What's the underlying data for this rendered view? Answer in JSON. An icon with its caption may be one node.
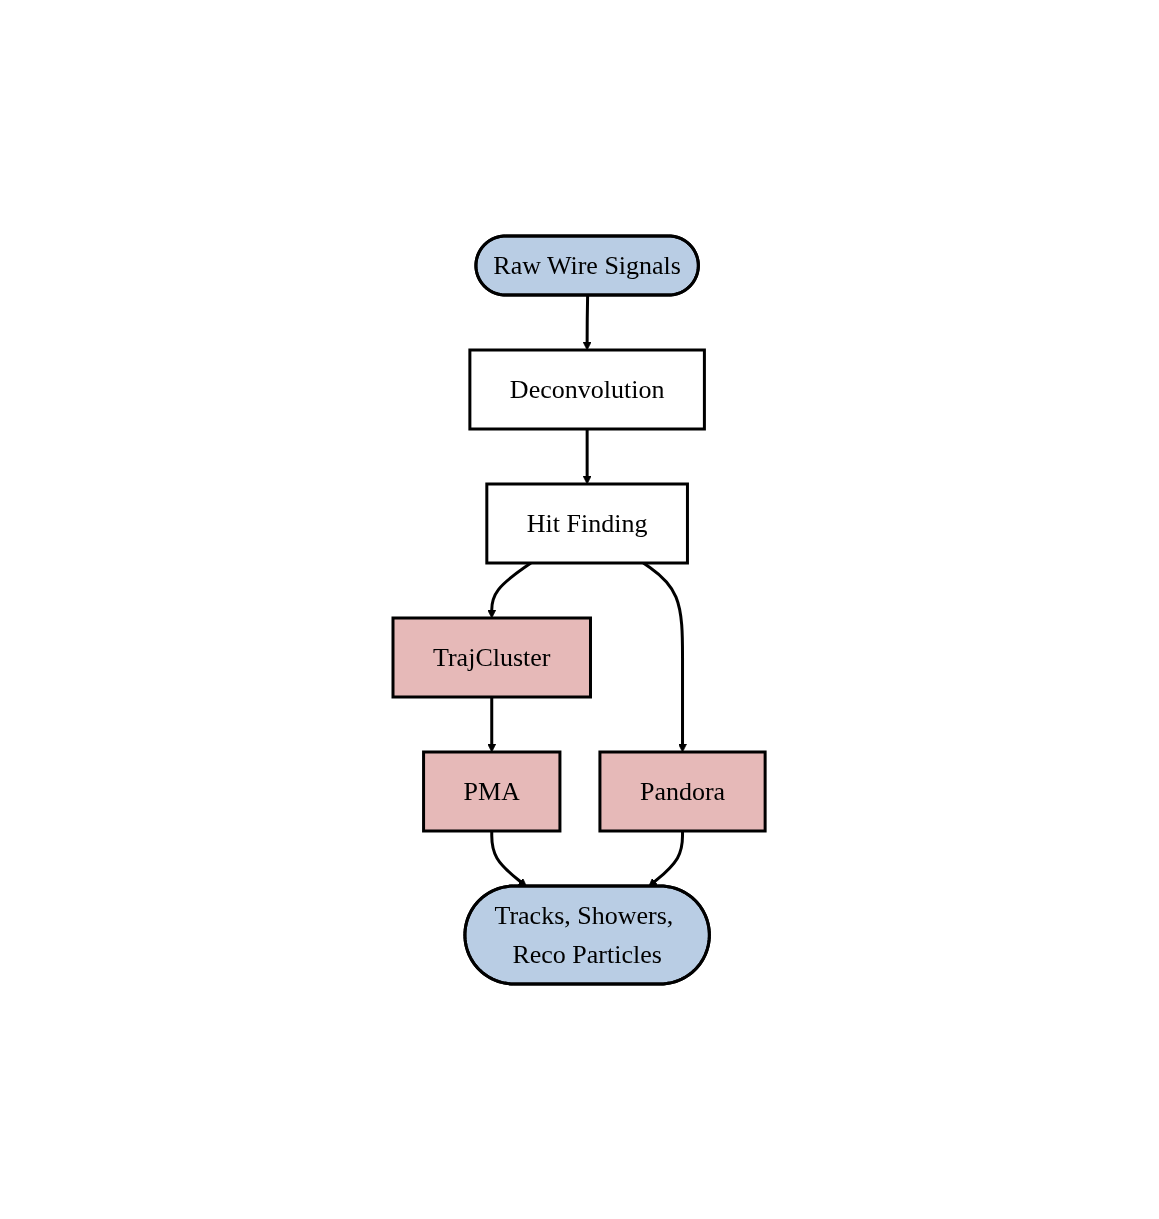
{
  "diagram": {
    "nodes": [
      {
        "text": [
          "Raw Wire Signals"
        ]
      },
      {
        "text": [
          "Deconvolution"
        ]
      },
      {
        "text": [
          "Hit Finding"
        ]
      },
      {
        "text": [
          "TrajCluster"
        ]
      },
      {
        "text": [
          "Pandora"
        ]
      },
      {
        "text": [
          "PMA"
        ]
      },
      {
        "text": [
          "Tracks, Showers, Reco Particles"
        ]
      }
    ],
    "edges": [
      {
        "from": 0,
        "to": 1,
        "arrow": "to"
      },
      {
        "from": 1,
        "to": 2,
        "arrow": "to"
      },
      {
        "from": 2,
        "to": 3,
        "arrow": "to"
      },
      {
        "from": 2,
        "to": 4,
        "arrow": "to"
      },
      {
        "from": 3,
        "to": 5,
        "arrow": "to"
      },
      {
        "from": 5,
        "to": 6,
        "arrow": "to"
      },
      {
        "from": 4,
        "to": 6,
        "arrow": "to"
      }
    ]
  }
}
